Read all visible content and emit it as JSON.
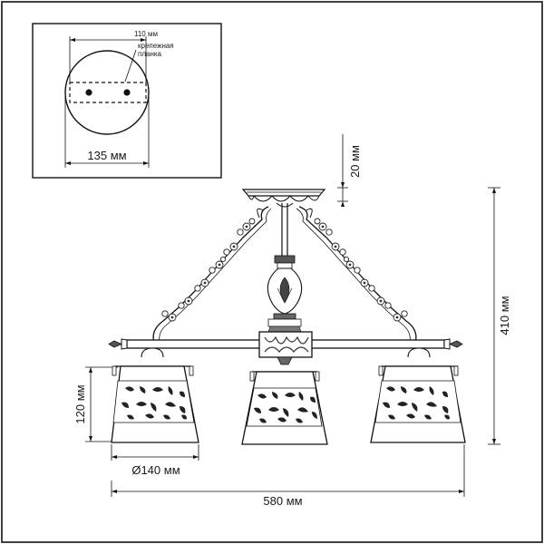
{
  "inset": {
    "plate_width_label": "110 мм",
    "plate_name_line1": "крепежная",
    "plate_name_line2": "планка",
    "canopy_diameter_label": "135 мм"
  },
  "dimensions": {
    "canopy_height_label": "20 мм",
    "total_height_label": "410 мм",
    "shade_height_label": "120 мм",
    "shade_diameter_label": "Ø140 мм",
    "total_width_label": "580 мм"
  },
  "colors": {
    "line": "#111111",
    "ornament": "#333333",
    "background": "#ffffff"
  }
}
